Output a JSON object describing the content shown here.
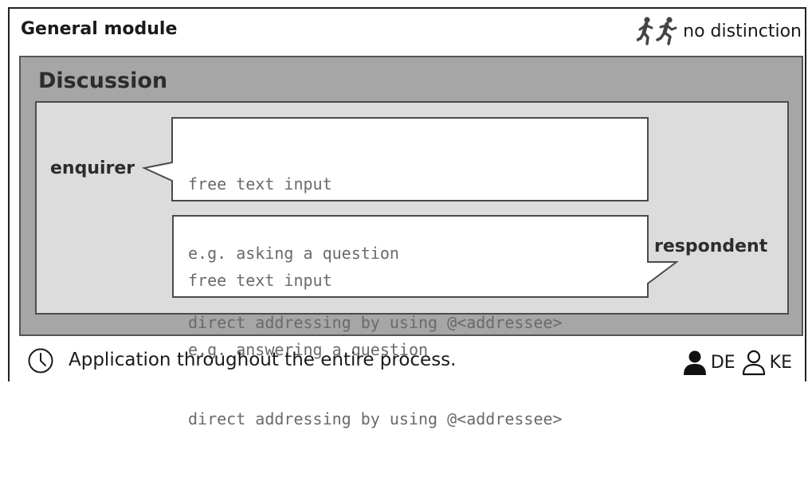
{
  "module": {
    "title": "General module",
    "distinction_icon": "running-persons-icon",
    "distinction_label": "no distinction"
  },
  "discussion": {
    "title": "Discussion",
    "enquirer": {
      "label": "enquirer",
      "lines": [
        "free text input",
        "e.g. asking a question",
        "direct addressing by using @<addressee>"
      ]
    },
    "respondent": {
      "label": "respondent",
      "lines": [
        "free text input",
        "e.g. answering a question",
        "direct addressing by using @<addressee>"
      ]
    }
  },
  "footer": {
    "icon": "clock-icon",
    "text": "Application throughout the entire process.",
    "legend": [
      {
        "icon": "person-filled-icon",
        "label": "DE"
      },
      {
        "icon": "person-outline-icon",
        "label": "KE"
      }
    ]
  },
  "colors": {
    "discussion_bg": "#a6a6a6",
    "inner_bg": "#dcdcdc",
    "bubble_text": "#6a6a6a"
  }
}
